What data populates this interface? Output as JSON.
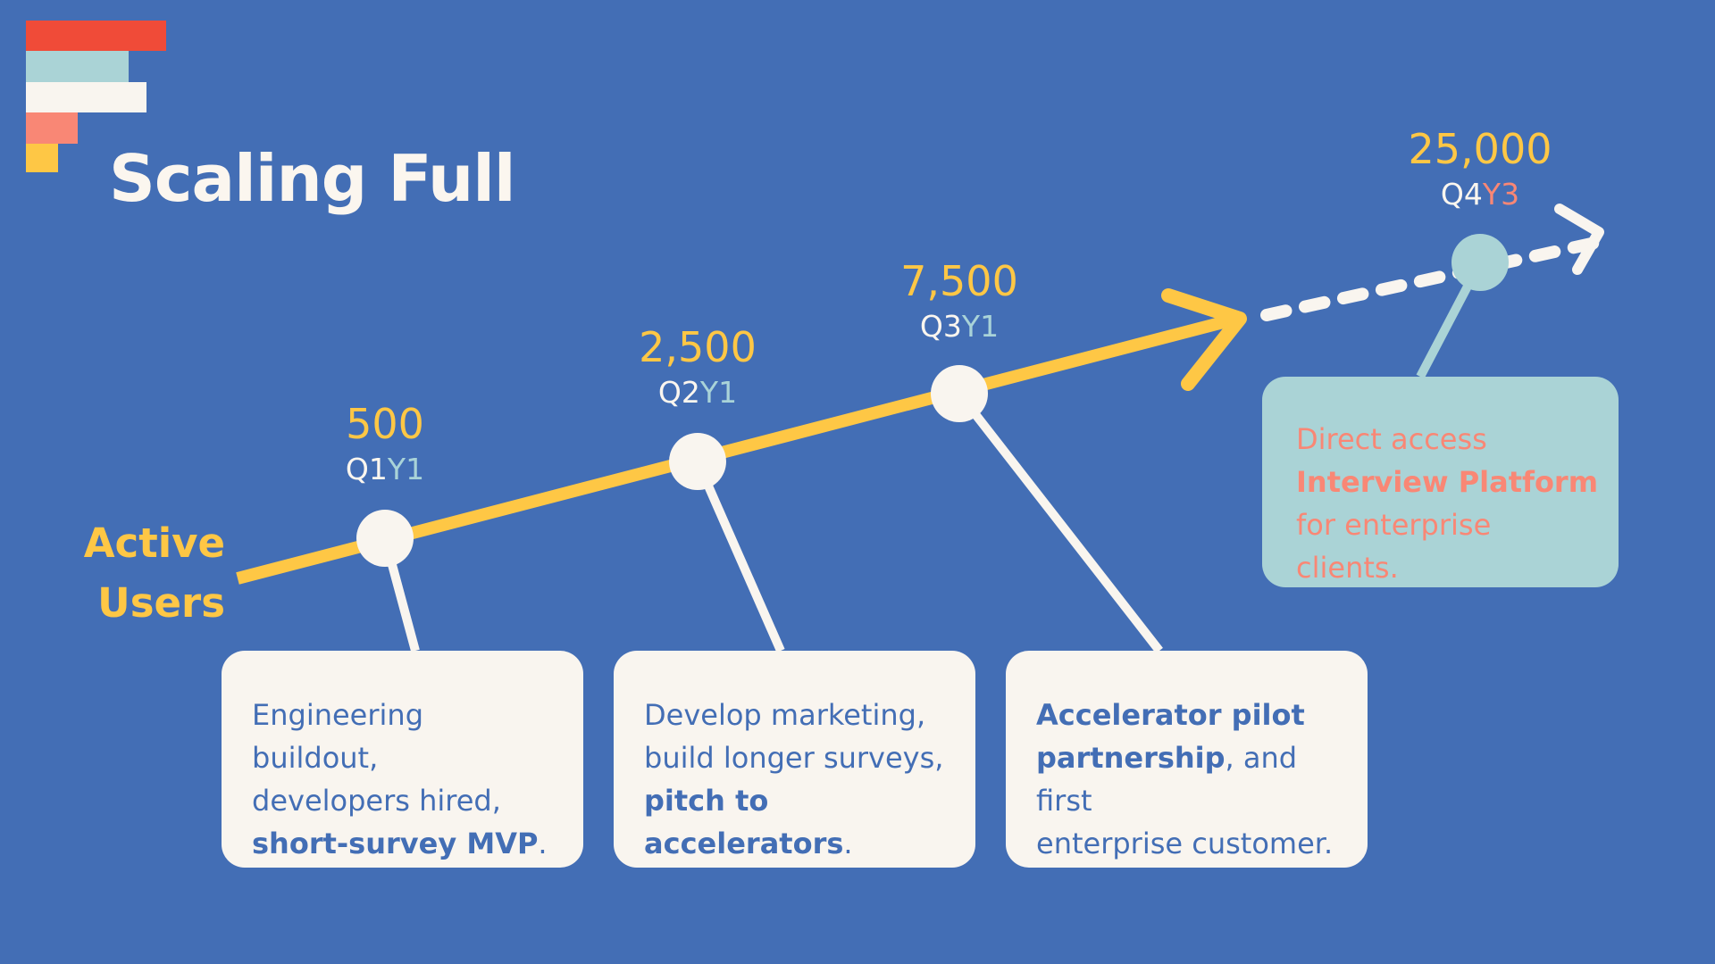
{
  "title": "Scaling Full",
  "axis_label": {
    "line1": "Active",
    "line2": "Users"
  },
  "colors": {
    "background": "#436eb5",
    "accent_yellow": "#fec745",
    "cream": "#f9f5ef",
    "light_teal": "#aad3d6",
    "salmon": "#f98775",
    "red": "#f04b38"
  },
  "milestones": [
    {
      "value": "500",
      "quarter": "Q1",
      "year": "Y1"
    },
    {
      "value": "2,500",
      "quarter": "Q2",
      "year": "Y1"
    },
    {
      "value": "7,500",
      "quarter": "Q3",
      "year": "Y1"
    },
    {
      "value": "25,000",
      "quarter": "Q4",
      "year": "Y3"
    }
  ],
  "cards": [
    {
      "line1": "Engineering buildout,",
      "line2": "developers hired,",
      "line3_bold": "short-survey MVP",
      "line3_rest": "."
    },
    {
      "line1": "Develop marketing,",
      "line2": "build longer surveys,",
      "line3_bold": "pitch to accelerators",
      "line3_rest": "."
    },
    {
      "line1_bold": "Accelerator pilot",
      "line2_bold": "partnership",
      "line2_rest": ", and first",
      "line3": "enterprise customer."
    },
    {
      "line1": "Direct access",
      "line2_bold": "Interview Platform",
      "line3": "for enterprise clients."
    }
  ]
}
